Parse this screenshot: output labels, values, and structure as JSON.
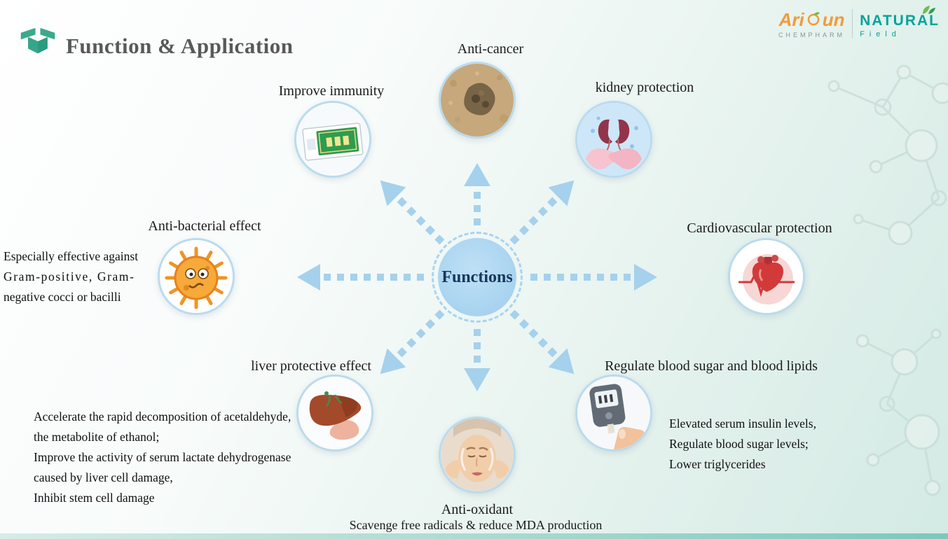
{
  "header": {
    "title": "Function & Application"
  },
  "logo": {
    "name_left": "Ari",
    "name_right": "un",
    "subtitle": "CHEMPHARM",
    "right_top": "NATURAL",
    "right_bottom": "Field"
  },
  "center": {
    "label": "Functions"
  },
  "icons": {
    "box-icon": "open-box",
    "sun-icon": "sun",
    "leaf-icon": "leaves"
  },
  "colors": {
    "arrow_blue": "#a5d1ec",
    "title_gray": "#595959",
    "brand_orange": "#f29b38",
    "brand_teal": "#00a49a",
    "hub_blue": "#a6d2ef",
    "node_border": "#badbee"
  },
  "nodes": [
    {
      "id": "anti-cancer",
      "label": "Anti-cancer"
    },
    {
      "id": "improve-immunity",
      "label": "Improve immunity"
    },
    {
      "id": "kidney-protection",
      "label": "kidney protection"
    },
    {
      "id": "anti-bacterial-effect",
      "label": "Anti-bacterial effect",
      "desc_lines": [
        "Especially effective against",
        "Gram-positive, Gram-",
        "negative cocci or bacilli"
      ]
    },
    {
      "id": "cardiovascular-protection",
      "label": "Cardiovascular protection"
    },
    {
      "id": "liver-protective-effect",
      "label": "liver protective effect",
      "desc_lines": [
        "Accelerate the rapid decomposition of acetaldehyde,",
        "the metabolite of ethanol;",
        "Improve the activity of serum lactate dehydrogenase",
        "caused by liver cell damage,",
        "Inhibit stem cell damage"
      ]
    },
    {
      "id": "anti-oxidant",
      "label": "Anti-oxidant",
      "subtitle": "Scavenge free radicals & reduce MDA production"
    },
    {
      "id": "regulate-blood-sugar",
      "label": "Regulate blood sugar and blood lipids",
      "desc_lines": [
        "Elevated serum insulin levels,",
        "Regulate blood sugar levels;",
        "Lower triglycerides"
      ]
    }
  ]
}
